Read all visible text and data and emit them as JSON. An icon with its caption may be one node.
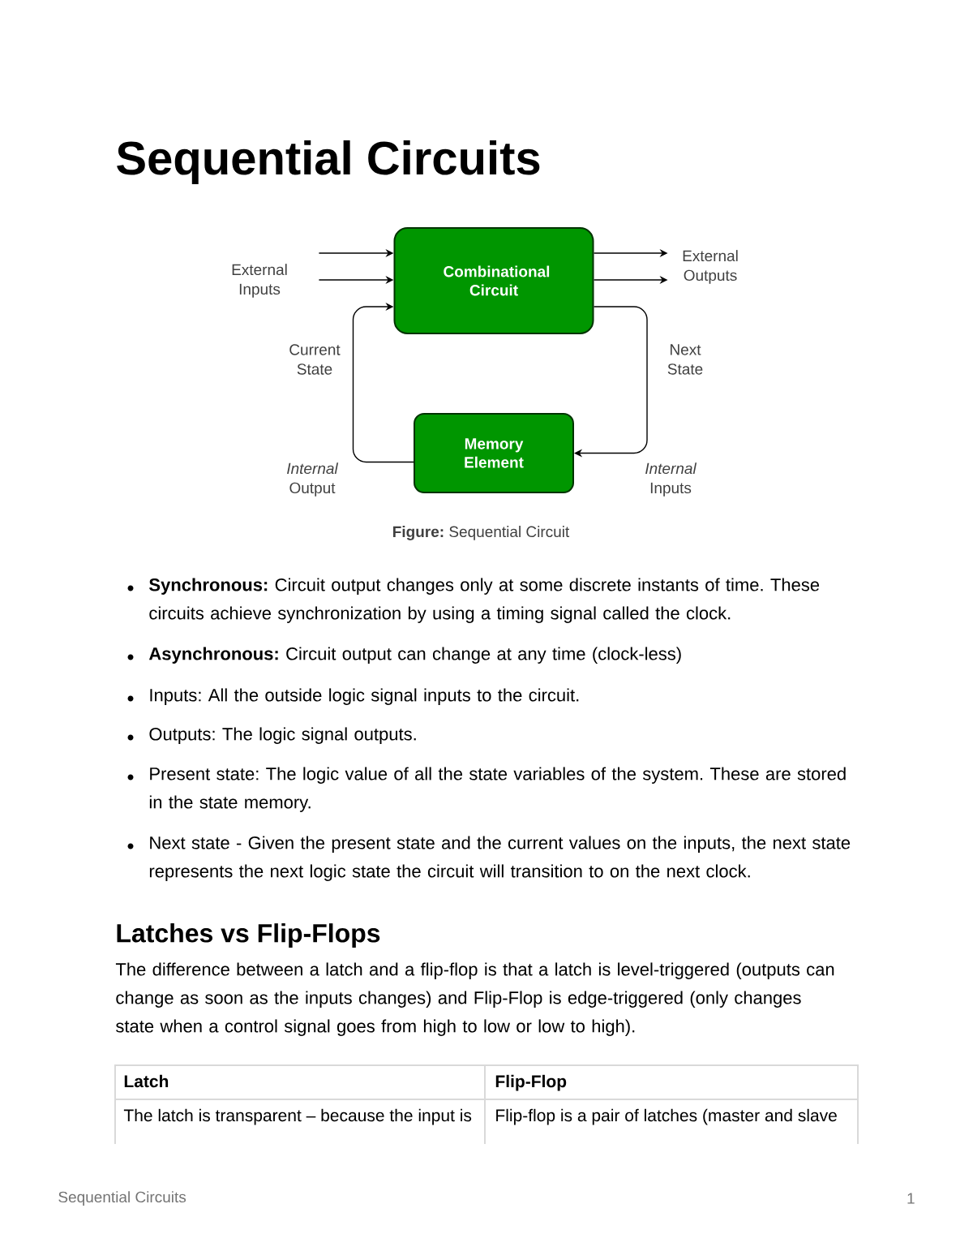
{
  "diagram": {
    "title": "Sequential Circuits",
    "caption": "**Figure:** Sequential Circuit",
    "nodes": [
      {
        "text": [
          "Combinational Circuit"
        ]
      },
      {
        "text": [
          "Memory Element"
        ]
      },
      {
        "text": [
          "External Inputs"
        ]
      },
      {
        "text": [
          "External Outputs"
        ]
      }
    ],
    "edges": [
      {
        "from": 2,
        "to": 0,
        "arrow": "to"
      },
      {
        "from": 2,
        "to": 0,
        "arrow": "to"
      },
      {
        "from": 0,
        "to": 3,
        "arrow": "to"
      },
      {
        "from": 0,
        "to": 3,
        "arrow": "to"
      },
      {
        "from": 0,
        "to": 1,
        "arrow": "to",
        "label": "Next State"
      },
      {
        "from": 1,
        "to": 0,
        "arrow": "to",
        "label": "Current State"
      }
    ],
    "labels": [
      "*Internal* Output",
      "*Internal* Inputs",
      "**Synchronous:** Circuit output changes only at some discrete instants of time. These circuits achieve synchronization by using a timing signal called the clock.",
      "**Asynchronous:** Circuit output can change at any time (clock-less)",
      "Inputs: All the outside logic signal inputs to the circuit.",
      "Outputs: The logic signal outputs.",
      "Present state: The logic value of all the state variables of the system. These are stored in the state memory.",
      "Next state - Given the present state and the current values on the inputs, the next state represents the next logic state the circuit will transition to on the next clock.",
      "Latches vs Flip-Flops",
      "The difference between a latch and a flip-flop is that a latch is level-triggered (outputs can change as soon as the inputs changes) and Flip-Flop is edge-triggered (only changes state when a control signal goes from high to low or low to high).",
      "Latch",
      "Flip-Flop",
      "The latch is transparent – because the input is",
      "Flip-flop is a pair of latches (master and slave",
      "Sequential Circuits",
      "1"
    ]
  }
}
